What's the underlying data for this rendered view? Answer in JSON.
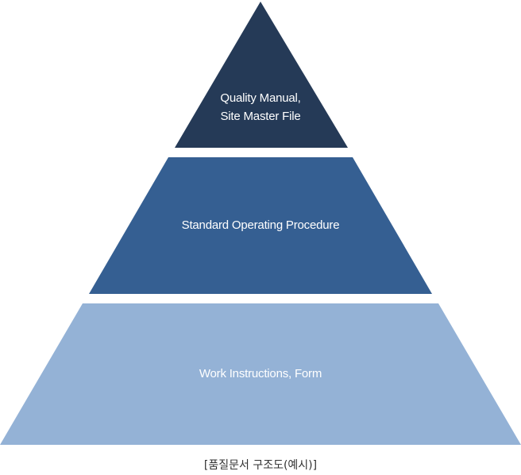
{
  "diagram": {
    "type": "pyramid",
    "tiers": [
      {
        "level": "top",
        "lines": [
          "Quality Manual,",
          "Site Master File"
        ],
        "color": "#253a57"
      },
      {
        "level": "middle",
        "lines": [
          "Standard Operating Procedure"
        ],
        "color": "#355f92"
      },
      {
        "level": "bottom",
        "lines": [
          "Work Instructions, Form"
        ],
        "color": "#94b2d6"
      }
    ],
    "caption": "[품질문서 구조도(예시)]"
  }
}
